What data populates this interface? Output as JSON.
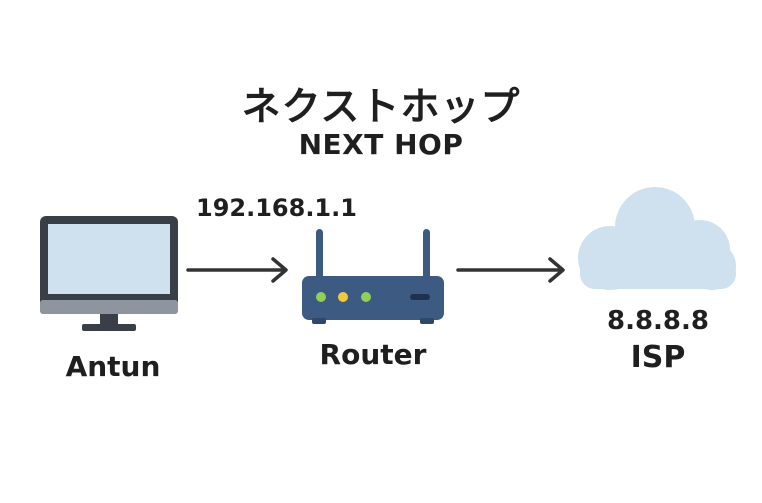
{
  "title": {
    "japanese": "ネクストホップ",
    "english": "NEXT HOP"
  },
  "nodes": {
    "computer": {
      "label": "Antun",
      "icon": "monitor-icon"
    },
    "router": {
      "label": "Router",
      "ip": "192.168.1.1",
      "icon": "router-icon"
    },
    "isp": {
      "label": "ISP",
      "ip": "8.8.8.8",
      "icon": "cloud-icon"
    }
  },
  "colors": {
    "monitor_frame": "#3a3f47",
    "monitor_screen": "#cfe1ef",
    "monitor_base": "#8e959e",
    "router_body": "#3d5a82",
    "router_led_green": "#8fd155",
    "router_led_yellow": "#f3c93b",
    "cloud": "#cfe1ef",
    "arrow": "#333333"
  }
}
